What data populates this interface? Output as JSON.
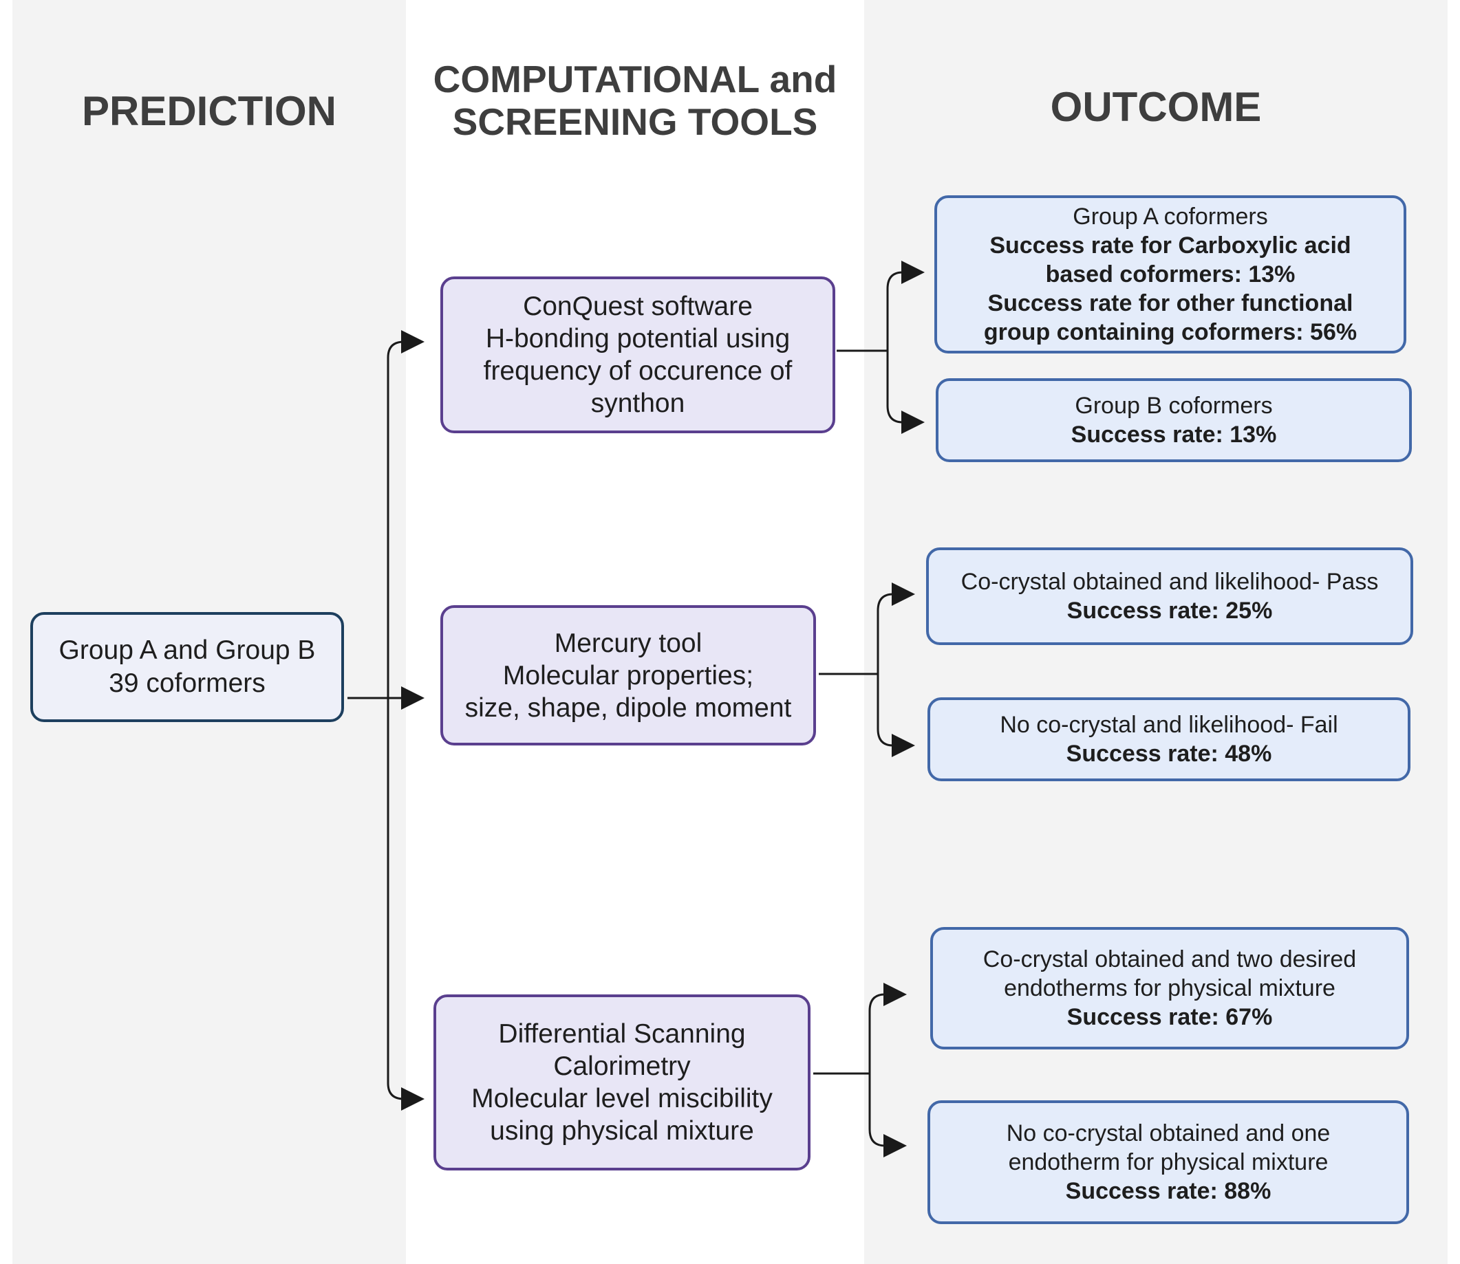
{
  "headers": {
    "prediction": "PREDICTION",
    "tools_line1": "COMPUTATIONAL and",
    "tools_line2": "SCREENING TOOLS",
    "outcome": "OUTCOME"
  },
  "colors": {
    "column_shade": "#f3f3f3",
    "start_border": "#1d3f5e",
    "tool_border": "#5a3f8e",
    "outcome_border": "#4268a8",
    "arrow": "#1a1a1a"
  },
  "start": {
    "line1": "Group A and Group B",
    "line2": "39 coformers"
  },
  "tools": [
    {
      "lines": [
        "ConQuest software",
        "H-bonding potential using",
        "frequency of occurence of",
        "synthon"
      ],
      "outcomes": [
        {
          "normal": "Group A coformers",
          "bold": [
            "Success rate for Carboxylic acid",
            "based coformers: 13%",
            "Success rate for other functional",
            "group containing coformers: 56%"
          ]
        },
        {
          "normal": "Group B coformers",
          "bold": [
            "Success rate: 13%"
          ]
        }
      ]
    },
    {
      "lines": [
        "Mercury tool",
        "Molecular properties;",
        "size, shape, dipole moment"
      ],
      "outcomes": [
        {
          "normal": "Co-crystal obtained and likelihood- Pass",
          "bold": [
            "Success rate: 25%"
          ]
        },
        {
          "normal": "No co-crystal  and likelihood- Fail",
          "bold": [
            "Success rate: 48%"
          ]
        }
      ]
    },
    {
      "lines": [
        "Differential Scanning",
        "Calorimetry",
        "Molecular level  miscibility",
        "using physical mixture"
      ],
      "outcomes": [
        {
          "normal": "Co-crystal obtained and two desired",
          "normal2": "endotherms for physical mixture",
          "bold": [
            "Success rate: 67%"
          ]
        },
        {
          "normal": "No co-crystal obtained and  one",
          "normal2": "endotherm for physical mixture",
          "bold": [
            "Success rate: 88%"
          ]
        }
      ]
    }
  ]
}
